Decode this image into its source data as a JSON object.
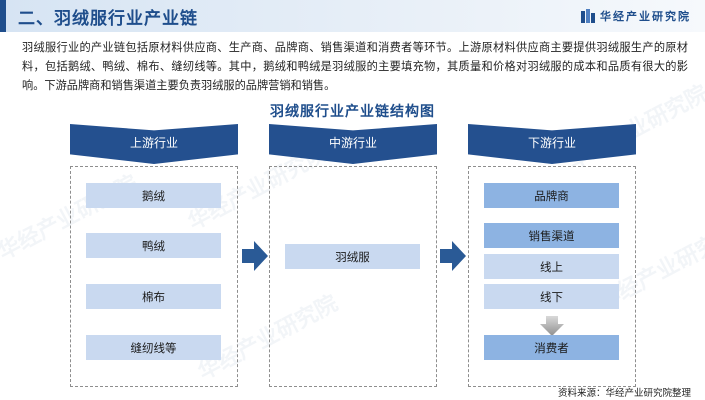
{
  "header": {
    "title": "二、羽绒服行业产业链",
    "logo_text": "华经产业研究院"
  },
  "intro": "羽绒服行业的产业链包括原材料供应商、生产商、品牌商、销售渠道和消费者等环节。上游原材料供应商主要提供羽绒服生产的原材料，包括鹅绒、鸭绒、棉布、缝纫线等。其中，鹅绒和鸭绒是羽绒服的主要填充物，其质量和价格对羽绒服的成本和品质有很大的影响。下游品牌商和销售渠道主要负责羽绒服的品牌营销和销售。",
  "diagram": {
    "title": "羽绒服行业产业链结构图",
    "upstream": {
      "label": "上游行业",
      "items": [
        "鹅绒",
        "鸭绒",
        "棉布",
        "缝纫线等"
      ]
    },
    "midstream": {
      "label": "中游行业",
      "items": [
        "羽绒服"
      ]
    },
    "downstream": {
      "label": "下游行业",
      "items": [
        "品牌商",
        "销售渠道",
        "线上",
        "线下",
        "消费者"
      ]
    }
  },
  "watermark": "华经产业研究院",
  "source": "资料来源：华经产业研究院整理",
  "colors": {
    "brand": "#1f4e8c",
    "header_chevron": "#24508f",
    "box_light": "#c9d9f0",
    "box_dark": "#8db3e2",
    "arrow": "#2a5a96"
  }
}
